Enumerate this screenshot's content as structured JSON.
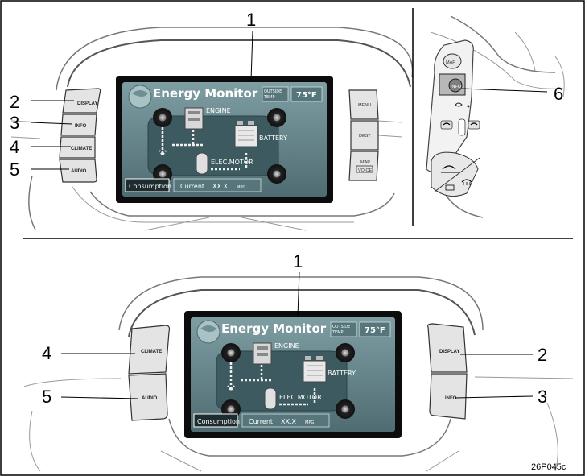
{
  "callouts": {
    "top": [
      "1",
      "2",
      "3",
      "4",
      "5",
      "6"
    ],
    "bottom": [
      "1",
      "4",
      "5",
      "2",
      "3"
    ]
  },
  "buttons": {
    "display": "DISPLAY",
    "info": "INFO",
    "climate": "CLIMATE",
    "audio": "AUDIO",
    "menu": "MENU",
    "dest": "DEST",
    "map": "MAP",
    "voice": "VOICE"
  },
  "screen": {
    "title": "Energy Monitor",
    "outside_temp_label_1": "OUTSIDE",
    "outside_temp_label_2": "TEMP",
    "temperature": "75°F",
    "engine": "ENGINE",
    "battery": "BATTERY",
    "elec_motor": "ELEC.MOTOR",
    "consumption_button": "Consumption",
    "current_label": "Current",
    "current_value": "XX.X",
    "unit": "MPG"
  },
  "steering": {
    "map": "MAP",
    "info": "INFO"
  },
  "figure_code": "26P045c",
  "colors": {
    "screen_bg": "#0c0c0c",
    "screen_panel": "#6a8a8f",
    "screen_panel_dark": "#3d5a60",
    "button_face": "#e4e4e4"
  }
}
